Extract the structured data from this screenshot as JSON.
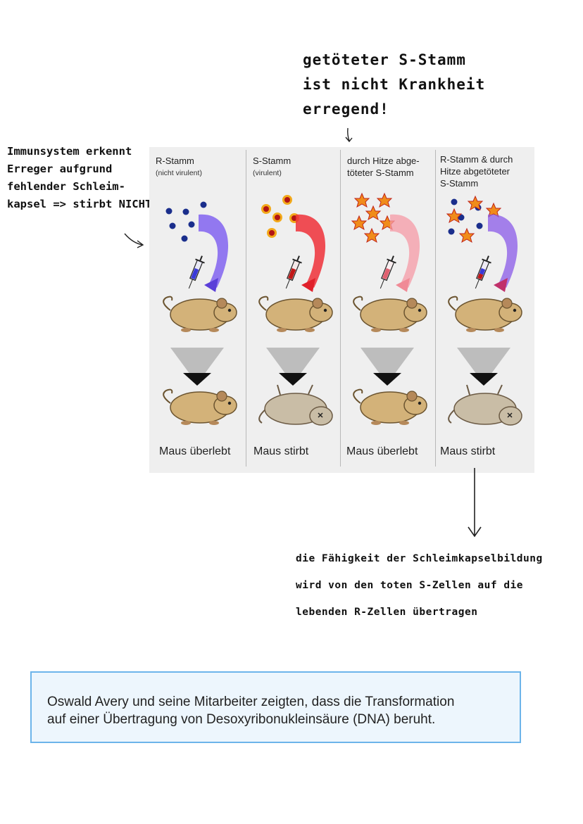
{
  "annotations": {
    "top_note": [
      "getöteter S-Stamm",
      "ist nicht Krankheit",
      "erregend!"
    ],
    "left_note": [
      "Immunsystem erkennt",
      "Erreger aufgrund",
      "fehlender Schleim-",
      "kapsel => stirbt NICHT!"
    ],
    "bottom_note": [
      "die Fähigkeit der Schleimkapselbildung",
      "wird von den toten S-Zellen auf die",
      "lebenden R-Zellen übertragen"
    ]
  },
  "experiment": {
    "columns": [
      {
        "title": "R-Stamm",
        "subtitle": "(nicht virulent)",
        "result": "Maus überlebt",
        "particles": "blue-dots",
        "fluid_color": "#5b3fd8",
        "mouse_survives": true
      },
      {
        "title": "S-Stamm",
        "subtitle": "(virulent)",
        "result": "Maus stirbt",
        "particles": "red-capsule-cells",
        "fluid_color": "#e0202a",
        "mouse_survives": false
      },
      {
        "title": "durch Hitze abge-\ntöteter S-Stamm",
        "subtitle": "",
        "result": "Maus überlebt",
        "particles": "orange-stars",
        "fluid_color": "#f08a96",
        "mouse_survives": true
      },
      {
        "title": "R-Stamm & durch\nHitze abgetöteter\nS-Stamm",
        "subtitle": "",
        "result": "Maus stirbt",
        "particles": "blue-dots-and-stars",
        "fluid_color": "#c0306a",
        "mouse_survives": false
      }
    ]
  },
  "conclusion": {
    "line1": "Oswald Avery und seine Mitarbeiter zeigten, dass die Transformation",
    "line2": "auf einer Übertragung von Desoxyribonukleinsäure (DNA) beruht."
  }
}
